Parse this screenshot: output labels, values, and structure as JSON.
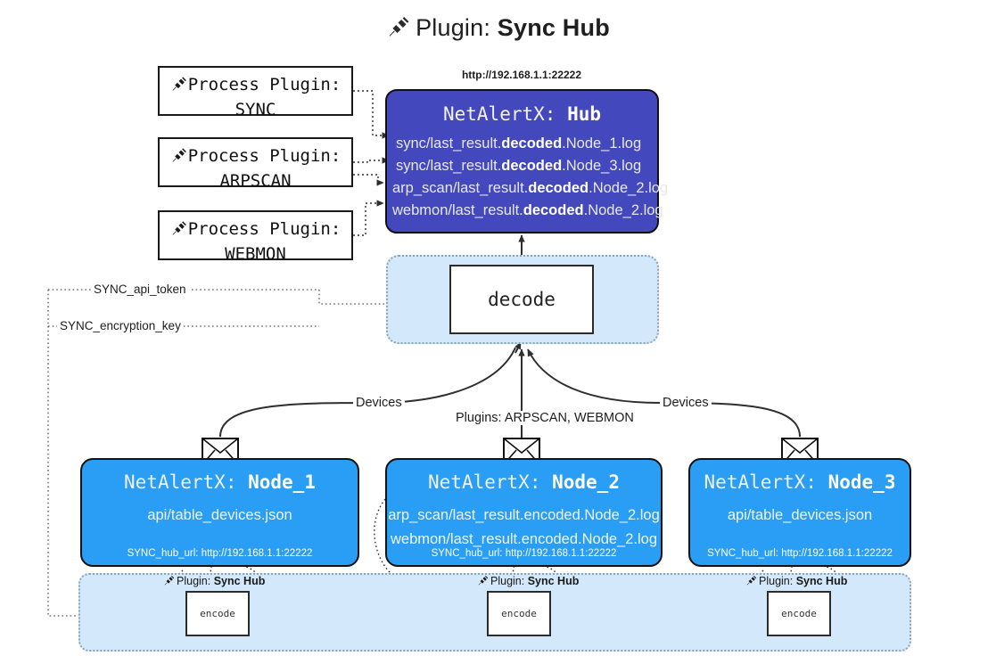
{
  "title": {
    "icon": "plug-icon",
    "prefix": "Plugin: ",
    "name": "Sync Hub"
  },
  "process_plugins": [
    {
      "icon": "plug-icon",
      "line1": "Process Plugin:",
      "line2": "SYNC"
    },
    {
      "icon": "plug-icon",
      "line1": "Process Plugin:",
      "line2": "ARPSCAN"
    },
    {
      "icon": "plug-icon",
      "line1": "Process Plugin:",
      "line2": "WEBMON"
    }
  ],
  "hub": {
    "url_label": "http://192.168.1.1:22222",
    "title_prefix": "NetAlertX: ",
    "title_name": "Hub",
    "rows": [
      {
        "pre": "sync/last_result.",
        "bold": "decoded",
        "post": ".Node_1.log"
      },
      {
        "pre": "sync/last_result.",
        "bold": "decoded",
        "post": ".Node_3.log"
      },
      {
        "pre": "arp_scan/last_result.",
        "bold": "decoded",
        "post": ".Node_2.log"
      },
      {
        "pre": "webmon/last_result.",
        "bold": "decoded",
        "post": ".Node_2.log"
      }
    ]
  },
  "decode": {
    "label": "decode"
  },
  "settings_edges": [
    {
      "label": "SYNC_api_token"
    },
    {
      "label": "SYNC_encryption_key"
    }
  ],
  "devices_edges": {
    "left": "Devices",
    "center": "Plugins: ARPSCAN, WEBMON",
    "right": "Devices"
  },
  "nodes": [
    {
      "icon": "envelope-icon",
      "title_prefix": "NetAlertX: ",
      "title_name": "Node_1",
      "lines": [
        "api/table_devices.json"
      ],
      "footer": "SYNC_hub_url: http://192.168.1.1:22222"
    },
    {
      "icon": "envelope-icon",
      "title_prefix": "NetAlertX: ",
      "title_name": "Node_2",
      "lines": [
        "arp_scan/last_result.encoded.Node_2.log",
        "webmon/last_result.encoded.Node_2.log"
      ],
      "footer": "SYNC_hub_url: http://192.168.1.1:22222"
    },
    {
      "icon": "envelope-icon",
      "title_prefix": "NetAlertX: ",
      "title_name": "Node_3",
      "lines": [
        "api/table_devices.json"
      ],
      "footer": "SYNC_hub_url: http://192.168.1.1:22222"
    }
  ],
  "encoders": [
    {
      "icon": "plug-icon",
      "caption_prefix": "Plugin: ",
      "caption_name": "Sync Hub",
      "label": "encode"
    },
    {
      "icon": "plug-icon",
      "caption_prefix": "Plugin: ",
      "caption_name": "Sync Hub",
      "label": "encode"
    },
    {
      "icon": "plug-icon",
      "caption_prefix": "Plugin: ",
      "caption_name": "Sync Hub",
      "label": "encode"
    }
  ],
  "colors": {
    "hub_fill": "#4448bd",
    "node_fill": "#2a9df4",
    "cluster_fill": "#d3e8fb",
    "cluster_border": "#8aa4b8",
    "stroke": "#111111"
  }
}
